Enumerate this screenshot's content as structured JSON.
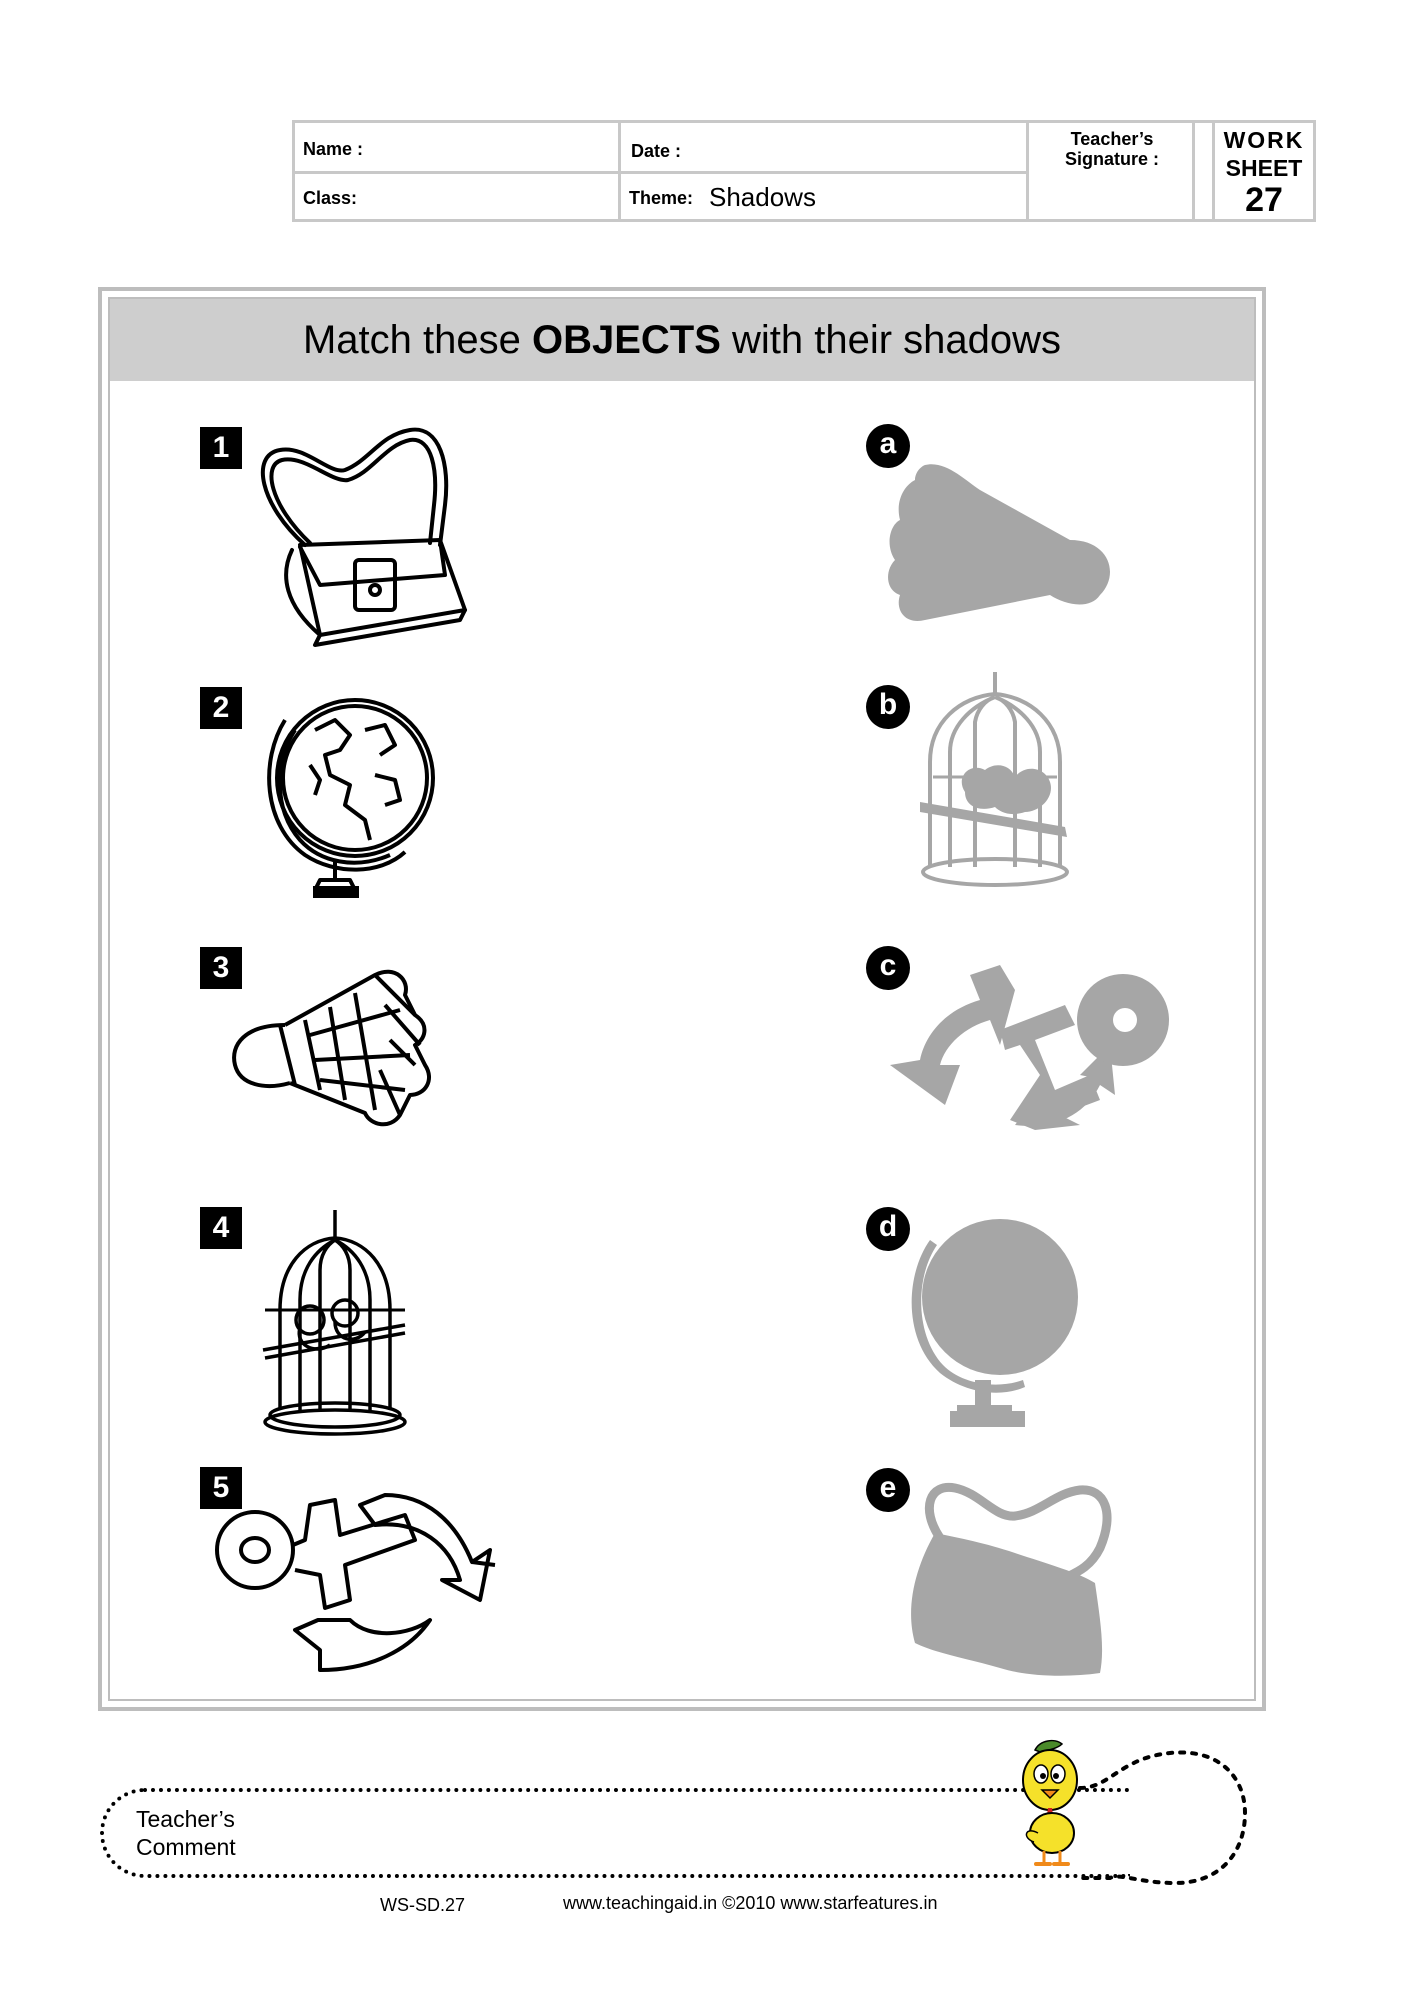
{
  "header": {
    "name_label": "Name :",
    "date_label": "Date :",
    "teacher_sig_label_1": "Teacher’s",
    "teacher_sig_label_2": "Signature :",
    "class_label": "Class:",
    "theme_label": "Theme:",
    "theme_value": "Shadows",
    "worksheet_label_1": "WORK",
    "worksheet_label_2": "SHEET",
    "worksheet_number": "27"
  },
  "instruction": {
    "prefix": "Match these ",
    "bold": "OBJECTS",
    "suffix": " with their shadows"
  },
  "objects": [
    {
      "number": "1",
      "icon": "bag-icon"
    },
    {
      "number": "2",
      "icon": "globe-icon"
    },
    {
      "number": "3",
      "icon": "shuttlecock-icon"
    },
    {
      "number": "4",
      "icon": "birdcage-icon"
    },
    {
      "number": "5",
      "icon": "anchor-icon"
    }
  ],
  "shadows": [
    {
      "letter": "a",
      "icon": "shuttlecock-shadow-icon"
    },
    {
      "letter": "b",
      "icon": "birdcage-shadow-icon"
    },
    {
      "letter": "c",
      "icon": "anchor-shadow-icon"
    },
    {
      "letter": "d",
      "icon": "globe-shadow-icon"
    },
    {
      "letter": "e",
      "icon": "bag-shadow-icon"
    }
  ],
  "colors": {
    "shadow": "#a6a6a6",
    "border": "#c8c8c8",
    "banner": "#cecece"
  },
  "footer": {
    "comment_label_1": "Teacher’s",
    "comment_label_2": "Comment",
    "code": "WS-SD.27",
    "website": "www.teachingaid.in ©2010 www.starfeatures.in",
    "mascot_icon": "chick-mascot-icon"
  }
}
